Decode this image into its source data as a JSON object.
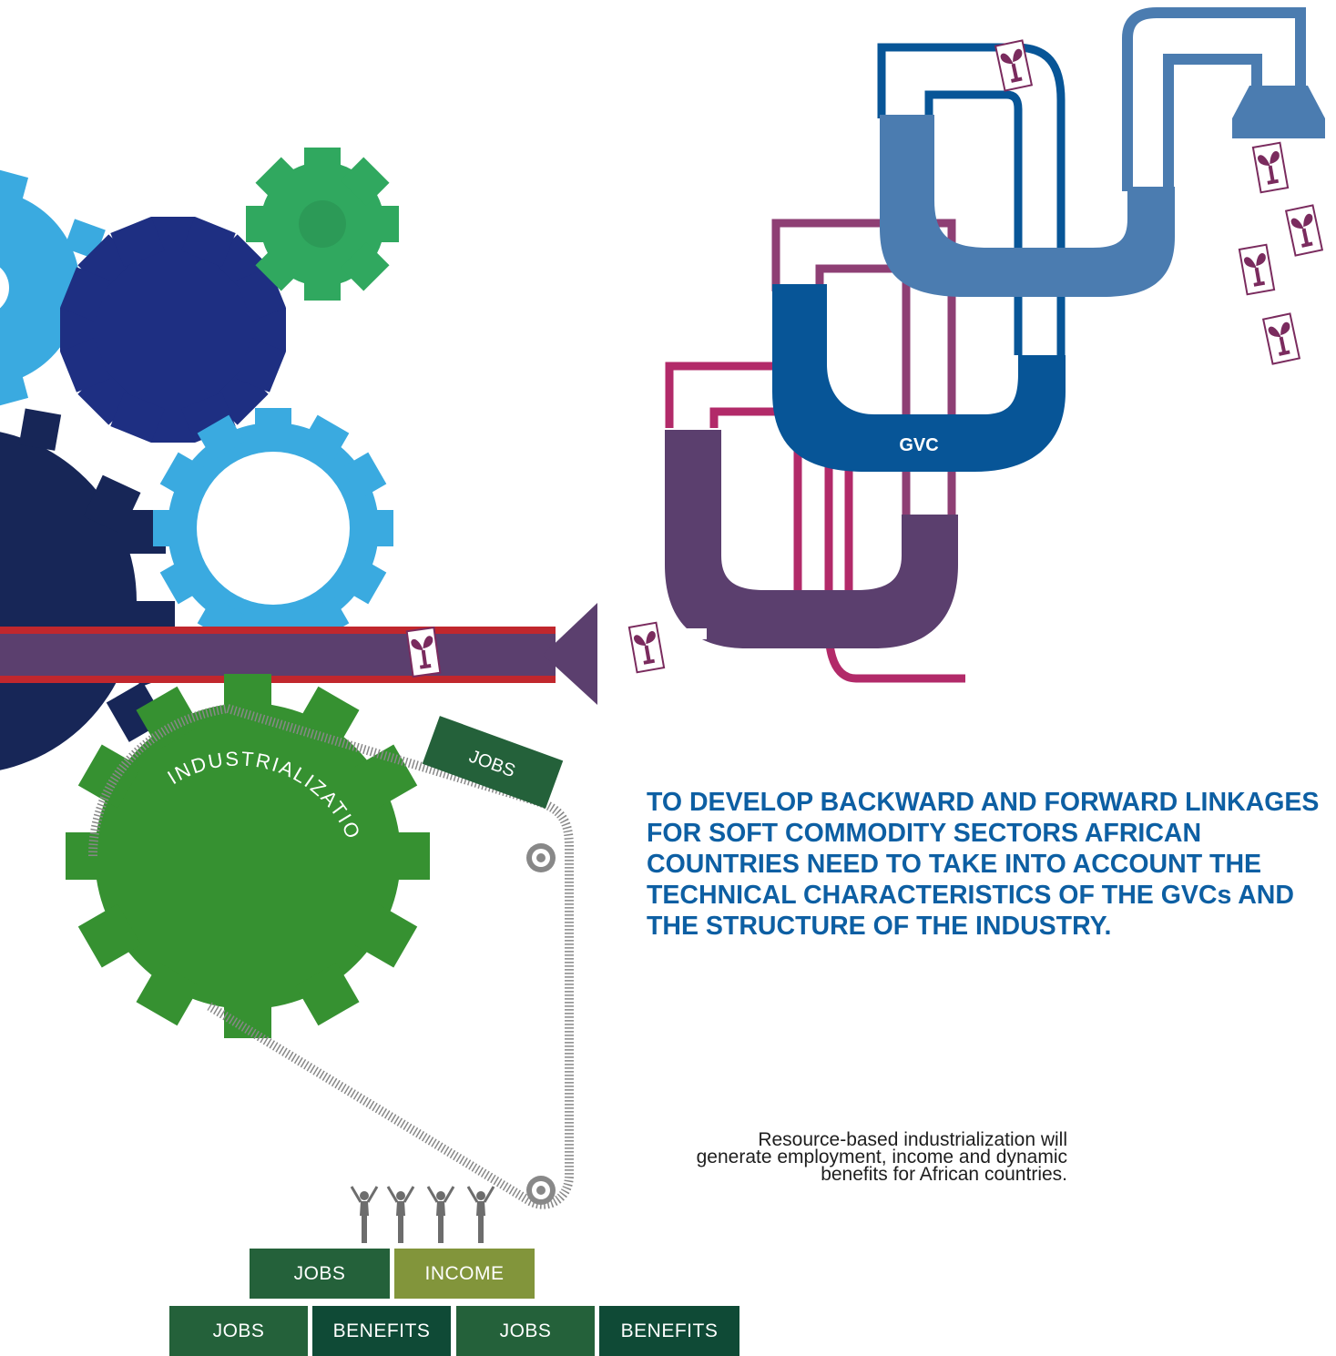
{
  "gvc_label": "GVC",
  "headline": [
    "TO DEVELOP BACKWARD AND FORWARD LINKAGES",
    "FOR SOFT COMMODITY SECTORS AFRICAN",
    "COUNTRIES NEED TO TAKE INTO ACCOUNT THE",
    "TECHNICAL CHARACTERISTICS OF THE GVCs AND",
    "THE STRUCTURE OF THE INDUSTRY."
  ],
  "caption": [
    "Resource-based industrialization will",
    "generate employment, income and dynamic",
    "benefits for African countries."
  ],
  "gear_label": "INDUSTRIALIZATION",
  "conveyor_label": "JOBS",
  "pyramid": {
    "top": [
      "JOBS",
      "INCOME"
    ],
    "bottom": [
      "JOBS",
      "BENEFITS",
      "JOBS",
      "BENEFITS"
    ]
  },
  "colors": {
    "headline": "#0d5fa3",
    "jobs_box": "#24613a",
    "income_box": "#82953b",
    "benefits_box": "#0f4a36",
    "pipe_light": "#4b7cb0",
    "pipe_dark": "#075597",
    "pipe_purple": "#5b3f6e",
    "pipe_magenta": "#b22a69",
    "main_arrow": "#5b3f6e",
    "arrow_stripe": "#c1272d",
    "gear_green": "#369131",
    "gear_light_green": "#30a85f",
    "gear_navy": "#172657",
    "gear_blue": "#1e2f82",
    "gear_sky": "#3aaae0"
  },
  "icons": [
    "gear-icon",
    "pipe-icon",
    "plant-icon",
    "people-icon",
    "pulley-icon"
  ]
}
